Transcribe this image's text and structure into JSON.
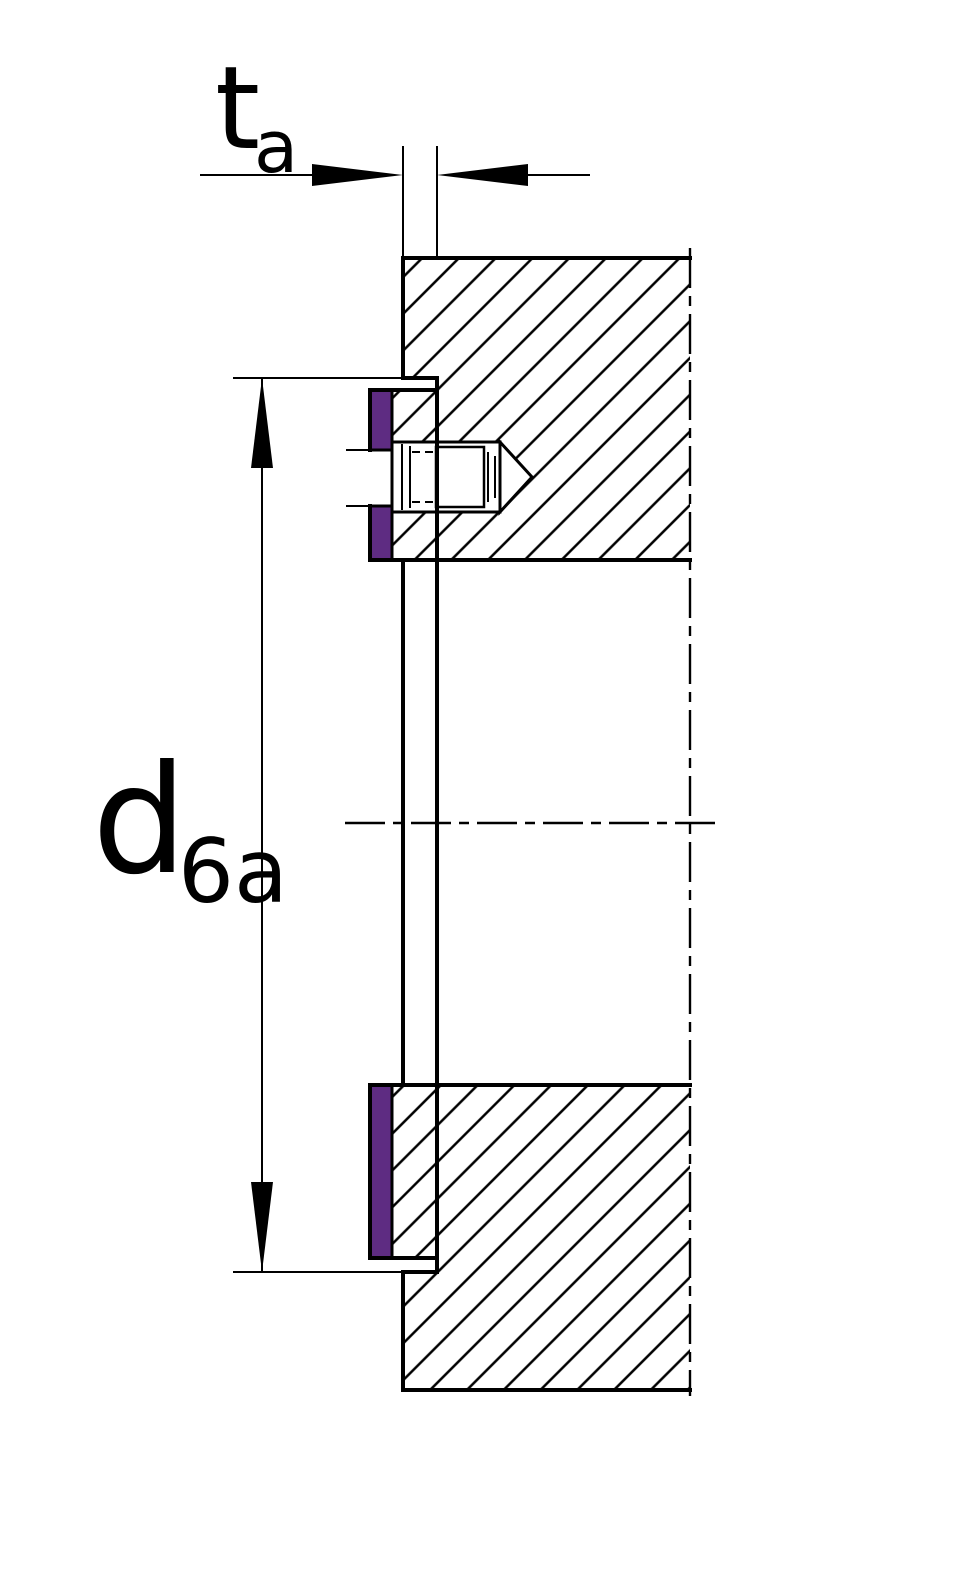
{
  "drawing": {
    "type": "engineering-section-drawing",
    "description": "Cross-section of a thrust washer with sliding layer, located in a housing recess and retained by a hexagon socket set screw",
    "dimensions": {
      "thickness": {
        "symbol": "t",
        "subscript": "a"
      },
      "diameter": {
        "symbol": "d",
        "subscript": "6a"
      }
    },
    "colors": {
      "highlight": "#5E2C82",
      "line": "#000000",
      "background": "#FFFFFF"
    }
  }
}
